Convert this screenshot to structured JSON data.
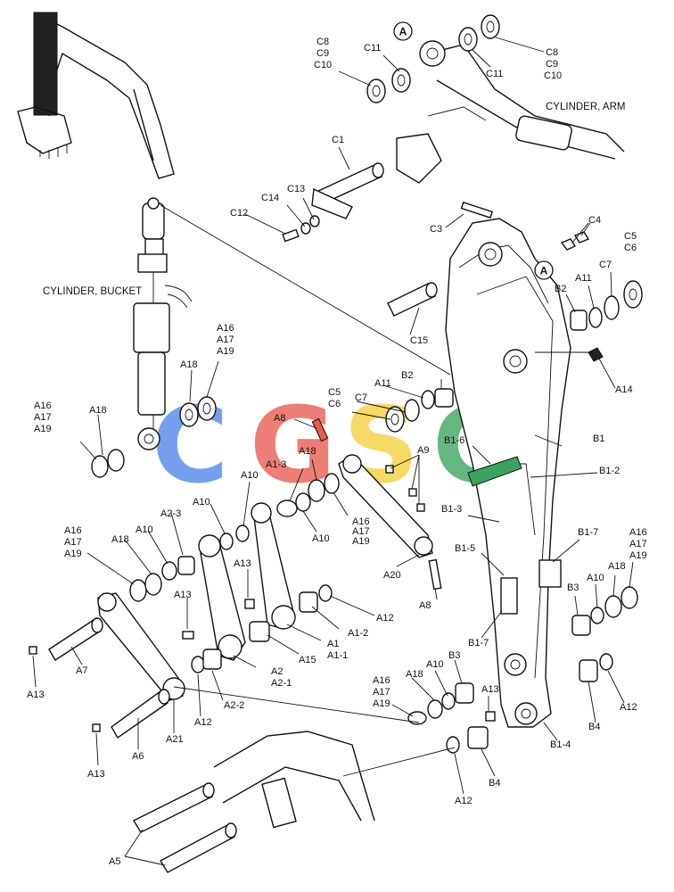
{
  "diagram": {
    "captions": {
      "cylinder_arm": "CYLINDER, ARM",
      "cylinder_bucket": "CYLINDER, BUCKET"
    },
    "ref_marker": "A",
    "watermark": {
      "letters": [
        "C",
        "G",
        "S",
        "C"
      ],
      "colors": [
        "#4f86e8",
        "#e85a4f",
        "#f6cf3a",
        "#3aa45f"
      ]
    },
    "highlight_color": "#e53935",
    "labels": {
      "c8_top": "C8",
      "c9_top": "C9",
      "c10_top": "C10",
      "c11_top": "C11",
      "c8_right": "C8",
      "c9_right": "C9",
      "c10_right": "C10",
      "c11_right": "C11",
      "c1": "C1",
      "c12": "C12",
      "c13": "C13",
      "c14": "C14",
      "c3": "C3",
      "c4": "C4",
      "c5_right": "C5",
      "c6_right": "C6",
      "c15": "C15",
      "c5_mid": "C5",
      "c6_mid": "C6",
      "c7_mid": "C7",
      "c7_right": "C7",
      "b2_upper": "B2",
      "b2_mid": "B2",
      "a11_upper": "A11",
      "a11_mid": "A11",
      "a14": "A14",
      "a16_a": "A16",
      "a17_a": "A17",
      "a19_a": "A19",
      "a18_a": "A18",
      "a16_b": "A16",
      "a17_b": "A17",
      "a19_b": "A19",
      "a18_b": "A18",
      "a8_top": "A8",
      "a18_red": "A18",
      "a1_3_red": "A1-3",
      "a9": "A9",
      "a10_a": "A10",
      "a10_b": "A10",
      "a16_c": "A16",
      "a17_c": "A17",
      "a19_c": "A19",
      "a10_c": "A10",
      "a10_d": "A10",
      "a16_d": "A16",
      "a17_d": "A17",
      "a19_d": "A19",
      "a18_d": "A18",
      "a2_3": "A2-3",
      "a13_a": "A13",
      "a13_b": "A13",
      "a20": "A20",
      "a8_bolt": "A8",
      "a12_a": "A12",
      "a1_2": "A1-2",
      "a1": "A1",
      "a1_1": "A1-1",
      "a15": "A15",
      "a2": "A2",
      "a2_1": "A2-1",
      "a7": "A7",
      "a13_c": "A13",
      "a2_2": "A2-2",
      "a12_b": "A12",
      "a21": "A21",
      "a6": "A6",
      "a13_d": "A13",
      "a5": "A5",
      "b1": "B1",
      "b1_2": "B1-2",
      "b1_6": "B1-6",
      "b1_3": "B1-3",
      "b1_5": "B1-5",
      "b1_7a": "B1-7",
      "b1_7b": "B1-7",
      "b1_4": "B1-4",
      "a16_e": "A16",
      "a17_e": "A17",
      "a19_e": "A19",
      "a18_e": "A18",
      "a10_e": "A10",
      "b3_right": "B3",
      "a16_f": "A16",
      "a17_f": "A17",
      "a19_f": "A19",
      "a18_f": "A18",
      "a10_f": "A10",
      "b3_low": "B3",
      "a13_e": "A13",
      "a12_c": "A12",
      "b4_right": "B4",
      "b4_low": "B4",
      "a12_d": "A12"
    }
  }
}
